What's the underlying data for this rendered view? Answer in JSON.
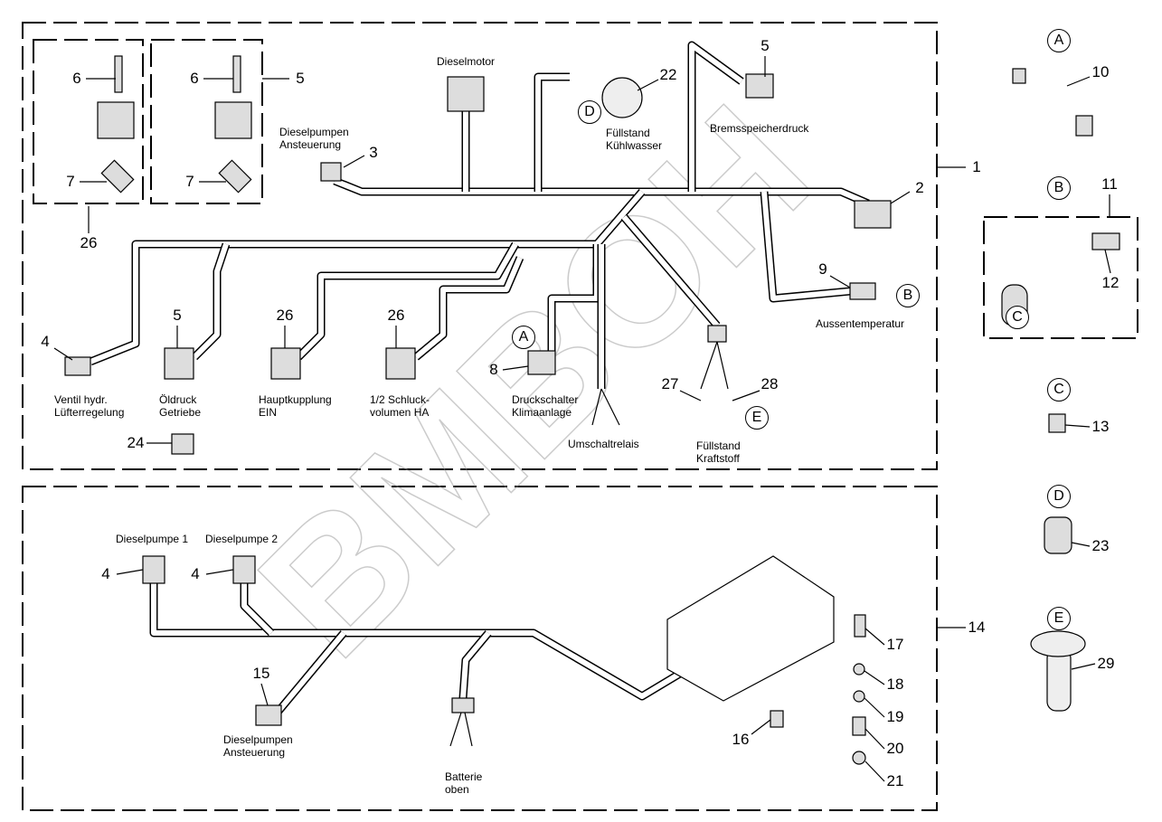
{
  "callouts": [
    "6",
    "6",
    "5",
    "7",
    "7",
    "26",
    "3",
    "22",
    "5",
    "1",
    "2",
    "9",
    "4",
    "5",
    "26",
    "26",
    "8",
    "27",
    "28",
    "24",
    "10",
    "11",
    "12",
    "13",
    "23",
    "29",
    "4",
    "4",
    "14",
    "15",
    "16",
    "17",
    "18",
    "19",
    "20",
    "21"
  ],
  "detail_letters": [
    "A",
    "B",
    "C",
    "D",
    "E",
    "D",
    "B",
    "A",
    "C",
    "E"
  ],
  "labels": {
    "dieselmotor": "Dieselmotor",
    "pumpen_ansteuerung_top": [
      "Dieselpumpen",
      "Ansteuerung"
    ],
    "fuellstand_kuehlwasser": [
      "Füllstand",
      "Kühlwasser"
    ],
    "bremsspeicherdruck": "Bremsspeicherdruck",
    "aussentemperatur": "Aussentemperatur",
    "ventil": [
      "Ventil hydr.",
      "Lüfterregelung"
    ],
    "oeldruck": [
      "Öldruck",
      "Getriebe"
    ],
    "hauptkupplung": [
      "Hauptkupplung",
      "EIN"
    ],
    "schluckvolumen": [
      "1/2 Schluck-",
      "volumen HA"
    ],
    "druckschalter": [
      "Druckschalter",
      "Klimaanlage"
    ],
    "umschaltrelais": "Umschaltrelais",
    "fuellstand_kraftstoff": [
      "Füllstand",
      "Kraftstoff"
    ],
    "dieselpumpe1": "Dieselpumpe 1",
    "dieselpumpe2": "Dieselpumpe 2",
    "pumpen_ansteuerung_bottom": [
      "Dieselpumpen",
      "Ansteuerung"
    ],
    "batterie": [
      "Batterie",
      "oben"
    ]
  },
  "watermark": "BMBOH"
}
